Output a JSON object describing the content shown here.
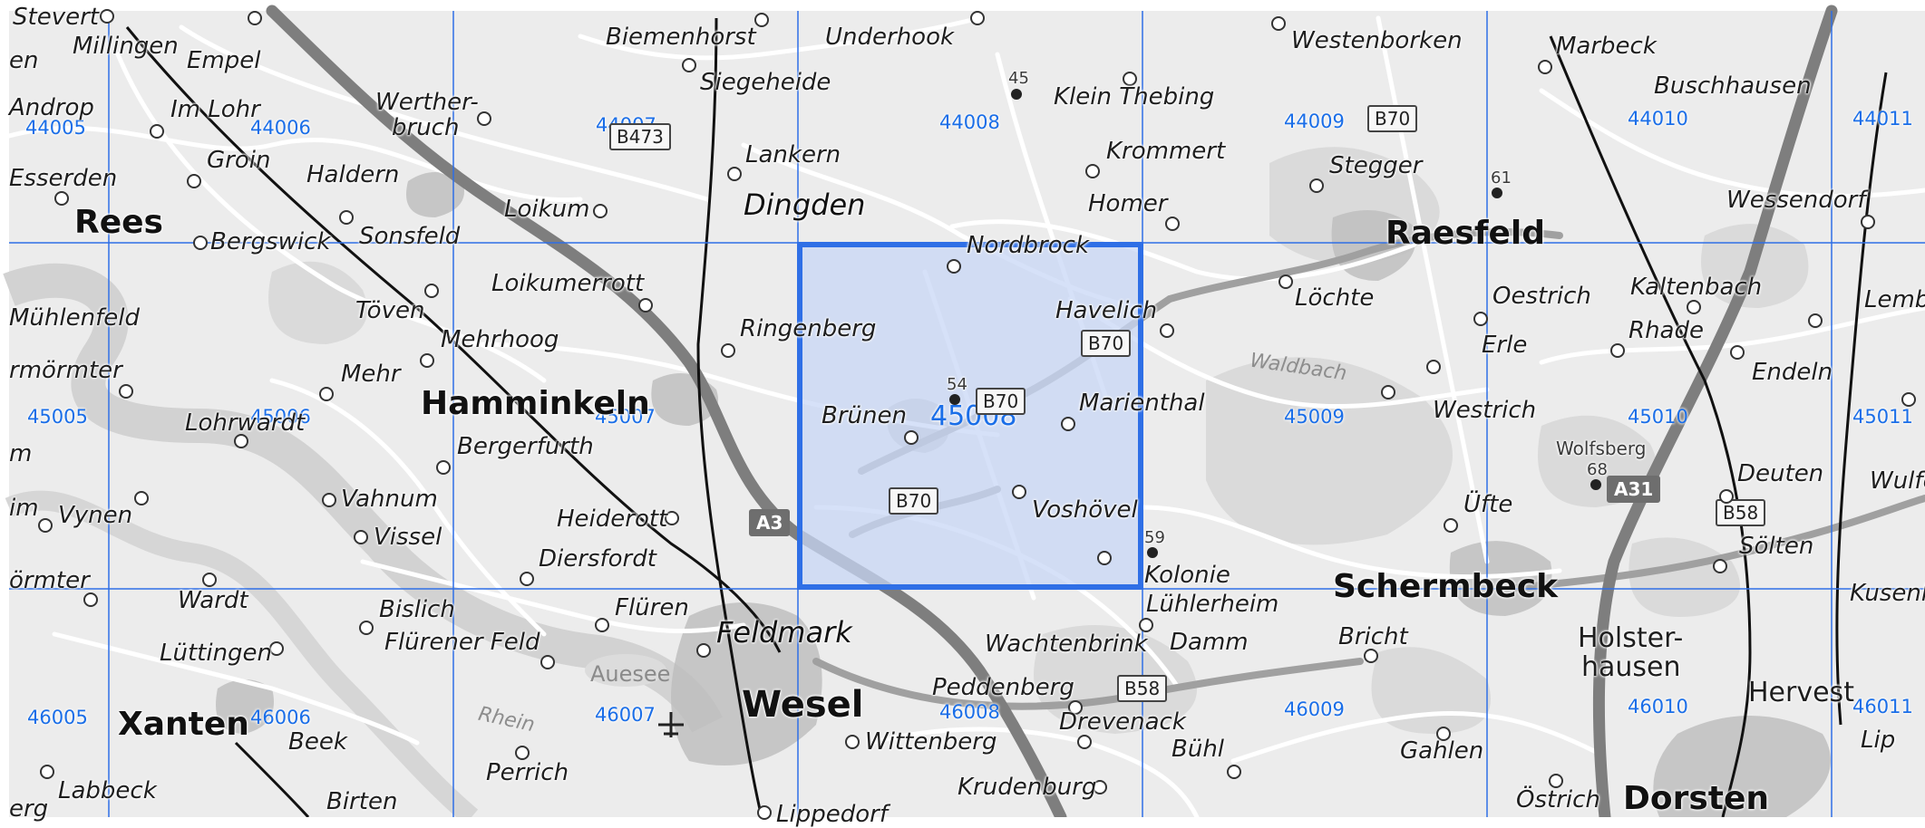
{
  "map": {
    "selected_cell": "45008",
    "colors": {
      "grid": "#2f6fe6",
      "selection_border": "#2f6fe6",
      "selection_fill": "#c8d7f5",
      "background": "#ececec"
    },
    "grid_labels": {
      "r0": [
        "44005",
        "44006",
        "44007",
        "44008",
        "44009",
        "44010",
        "44011"
      ],
      "r1": [
        "45005",
        "45006",
        "45007",
        "45008",
        "45009",
        "45010",
        "45011"
      ],
      "r2": [
        "46005",
        "46006",
        "46007",
        "46008",
        "46009",
        "46010",
        "46011"
      ]
    },
    "places": {
      "stevert": "Stevert",
      "millingen": "Millingen",
      "empel": "Empel",
      "biemenhorst": "Biemenhorst",
      "underhook": "Underhook",
      "westenborken": "Westenborken",
      "marbeck": "Marbeck",
      "buschhausen": "Buschhausen",
      "siegeheide": "Siegeheide",
      "werther": "Werther-",
      "bruch": "bruch",
      "klein_thebing": "Klein Thebing",
      "andrup": "Androp",
      "im_lohr": "Im Lohr",
      "stegger": "Stegger",
      "krommert": "Krommert",
      "lankern": "Lankern",
      "groin": "Groin",
      "haldern": "Haldern",
      "esserden": "Esserden",
      "wessendorf": "Wessendorf",
      "homer": "Homer",
      "dingden": "Dingden",
      "loikum": "Loikum",
      "rees": "Rees",
      "raesfeld": "Raesfeld",
      "bergswick": "Bergswick",
      "sonsfeld": "Sonsfeld",
      "nordbrock": "Nordbrock",
      "loikumerrott": "Loikumerrott",
      "havelich": "Havelich",
      "lochte": "Löchte",
      "oestrich": "Oestrich",
      "kaltenbach": "Kaltenbach",
      "lembeck": "Lembec",
      "muhlenfeld": "Mühlenfeld",
      "toven": "Töven",
      "ringenberg": "Ringenberg",
      "mehrhoog": "Mehrhoog",
      "erle": "Erle",
      "rhade": "Rhade",
      "endeln": "Endeln",
      "mormter": "rmörmter",
      "mehr": "Mehr",
      "hamminkeln": "Hamminkeln",
      "marienthal": "Marienthal",
      "westrich": "Westrich",
      "brunen": "Brünen",
      "lohrwardt": "Lohrwardt",
      "bergerfurth": "Bergerfurth",
      "wolfsberg": "Wolfsberg",
      "deuten": "Deuten",
      "wulfen": "Wulfe",
      "vahnum": "Vahnum",
      "ufte": "Üfte",
      "vynen": "Vynen",
      "heiderott": "Heiderott",
      "voshovel": "Voshövel",
      "soelten": "Sölten",
      "vissel": "Vissel",
      "diersfordt": "Diersfordt",
      "kolonie": "Kolonie",
      "ormter": "örmter",
      "wardt": "Wardt",
      "schermbeck": "Schermbeck",
      "kusenhorst": "Kusenh",
      "bislich": "Bislich",
      "fluren": "Flüren",
      "luhlerheim": "Lühlerheim",
      "flurener_feld": "Flürener Feld",
      "feldmark": "Feldmark",
      "wachtenbrink": "Wachtenbrink",
      "damm": "Damm",
      "bricht": "Bricht",
      "holster": "Holster-",
      "hausen": "hausen",
      "luttingen": "Lüttingen",
      "peddenberg": "Peddenberg",
      "hervest": "Hervest",
      "xanten": "Xanten",
      "wesel": "Wesel",
      "drevenack": "Drevenack",
      "beek": "Beek",
      "wittenberg": "Wittenberg",
      "buhl": "Bühl",
      "gahlen": "Gahlen",
      "perrich": "Perrich",
      "labbeck": "Labbeck",
      "birten": "Birten",
      "krudenburg": "Krudenburg",
      "ostrich": "Östrich",
      "dorsten": "Dorsten",
      "lippedorf": "Lippedorf",
      "lip": "Lip",
      "erg": "erg",
      "en": "en",
      "m": "m",
      "im": "im"
    },
    "water_labels": {
      "rhein": "Rhein",
      "waldbach": "Waldbach",
      "auesee": "Auesee"
    },
    "road_shields": {
      "b473": "B473",
      "b70_a": "B70",
      "b70_b": "B70",
      "b70_c": "B70",
      "b70_d": "B70",
      "b58_a": "B58",
      "b58_b": "B58",
      "a3": "A3",
      "a31": "A31"
    },
    "elevations": {
      "e45": "45",
      "e61": "61",
      "e54": "54",
      "e68": "68",
      "e59": "59"
    }
  }
}
